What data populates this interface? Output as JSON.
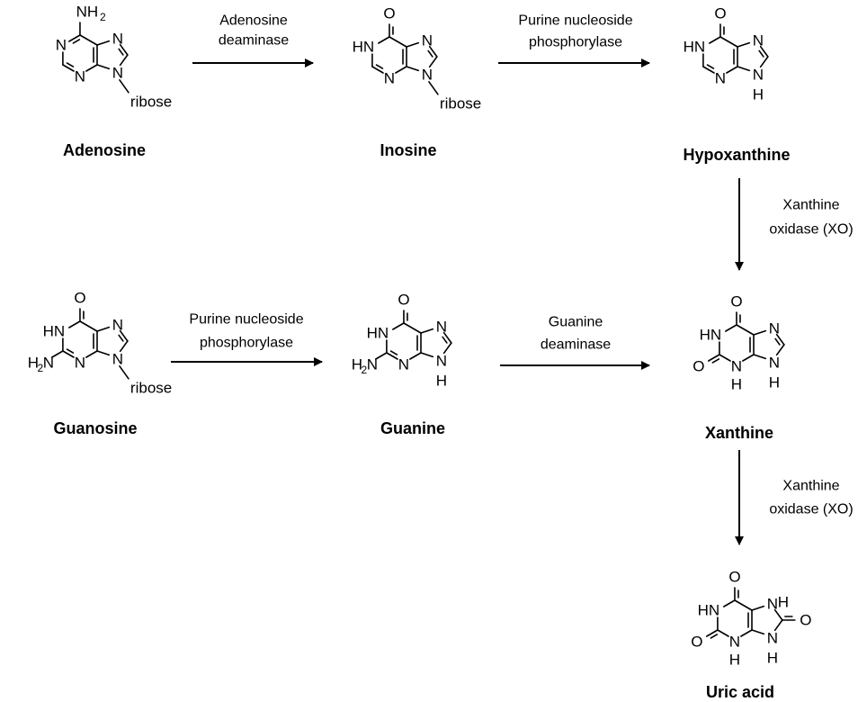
{
  "compounds": [
    {
      "id": "adenosine",
      "name": "Adenosine",
      "substituents": [
        "NH2",
        "ribose"
      ]
    },
    {
      "id": "inosine",
      "name": "Inosine",
      "substituents": [
        "O",
        "HN",
        "ribose"
      ]
    },
    {
      "id": "hypoxanthine",
      "name": "Hypoxanthine",
      "substituents": [
        "O",
        "HN",
        "H"
      ]
    },
    {
      "id": "guanosine",
      "name": "Guanosine",
      "substituents": [
        "O",
        "HN",
        "H2N",
        "ribose"
      ]
    },
    {
      "id": "guanine",
      "name": "Guanine",
      "substituents": [
        "O",
        "HN",
        "H2N",
        "H"
      ]
    },
    {
      "id": "xanthine",
      "name": "Xanthine",
      "substituents": [
        "O",
        "HN",
        "O",
        "H",
        "H"
      ]
    },
    {
      "id": "uric-acid",
      "name": "Uric acid",
      "substituents": [
        "O",
        "HN",
        "O",
        "H",
        "H",
        "O"
      ]
    }
  ],
  "reactions": [
    {
      "from": "adenosine",
      "to": "inosine",
      "enzyme": [
        "Adenosine",
        "deaminase"
      ]
    },
    {
      "from": "inosine",
      "to": "hypoxanthine",
      "enzyme": [
        "Purine nucleoside",
        "phosphorylase"
      ]
    },
    {
      "from": "hypoxanthine",
      "to": "xanthine",
      "enzyme": [
        "Xanthine",
        "oxidase (XO)"
      ]
    },
    {
      "from": "guanosine",
      "to": "guanine",
      "enzyme": [
        "Purine nucleoside",
        "phosphorylase"
      ]
    },
    {
      "from": "guanine",
      "to": "xanthine",
      "enzyme": [
        "Guanine",
        "deaminase"
      ]
    },
    {
      "from": "xanthine",
      "to": "uric-acid",
      "enzyme": [
        "Xanthine",
        "oxidase (XO)"
      ]
    }
  ]
}
